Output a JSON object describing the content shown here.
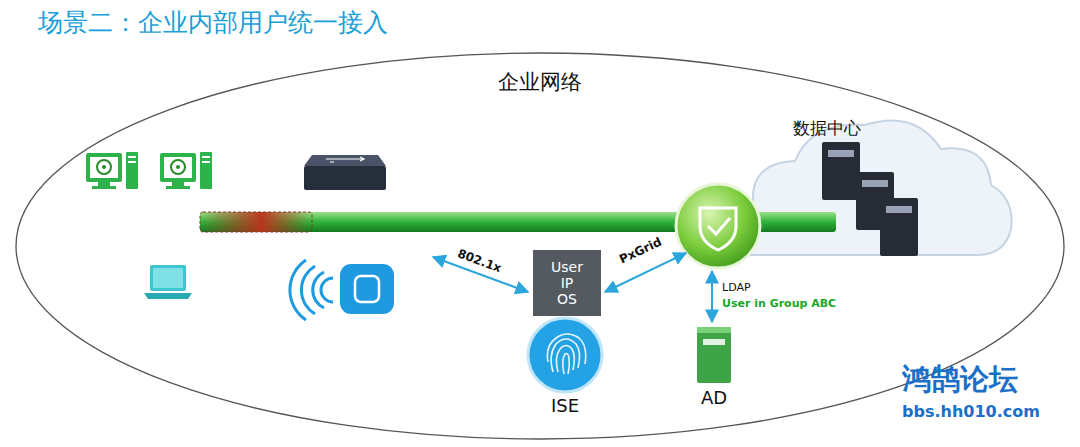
{
  "diagram": {
    "title": "场景二：企业内部用户统一接入",
    "nodes": [
      {
        "text": [
          "企业网络"
        ]
      },
      {
        "text": [
          "数据中心"
        ],
        "in": 0
      },
      {
        "text": [
          "User IP OS"
        ],
        "in": 0
      },
      {
        "text": [
          "ISE"
        ],
        "in": 0
      },
      {
        "text": [
          "AD"
        ],
        "in": 0
      }
    ],
    "labels": [
      "802.1x",
      "PxGrid",
      "LDAP",
      "User in Group ABC",
      "鸿鹄论坛",
      "bbs.hh010.com"
    ]
  }
}
